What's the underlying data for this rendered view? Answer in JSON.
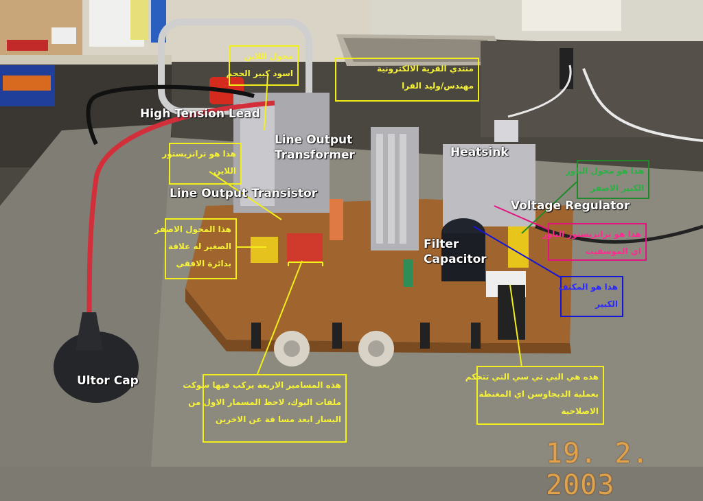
{
  "labels": {
    "high_tension_lead": "High Tension Lead",
    "line_output_transformer_1": "Line Output",
    "line_output_transformer_2": "Transformer",
    "heatsink": "Heatsink",
    "line_output_transistor": "Line Output Transistor",
    "voltage_regulator": "Voltage Regulator",
    "filter_capacitor_1": "Filter",
    "filter_capacitor_2": "Capacitor",
    "ultor_cap": "Ultor Cap"
  },
  "notes": {
    "line_transformer": [
      "محول اللاين",
      "اسود كبير الحجم"
    ],
    "forum": [
      "منتدي القرية الالكترونية",
      "مهندس/وليد الفرا"
    ],
    "line_transistor": [
      "هذا هو ترانزيستور",
      "اللاين"
    ],
    "small_transformer": [
      "هذا المحول الاصفر",
      "الصغير له علاقة",
      "بدائرة الافقي"
    ],
    "power_transformer": [
      "هذا هو محول الباور",
      "الكبير الاصفر"
    ],
    "power_transistor": [
      "هذا هو ترانزيستور الباور",
      "اي الموسفيت"
    ],
    "big_capacitor": [
      "هذا هو المكثف",
      "الكبير"
    ],
    "four_pins": [
      "هذه المسامير الاربعة يركب فيها سوكت",
      "ملفات اليوك، لاحظ المسمار الاول من",
      "اليسار ابعد مسا فة عن الاخرين"
    ],
    "ptc": [
      "هذه هي البي تي سي التي تتحكم",
      "بعملية الديجاوسن اي المغنطة",
      "الاصلاحية"
    ]
  },
  "date_stamp": "19. 2. 2003",
  "colors": {
    "yellow": "#f2ef1a",
    "green": "#1e8a2a",
    "magenta": "#e2127f",
    "blue": "#1414d6",
    "date": "#e0a24a"
  }
}
